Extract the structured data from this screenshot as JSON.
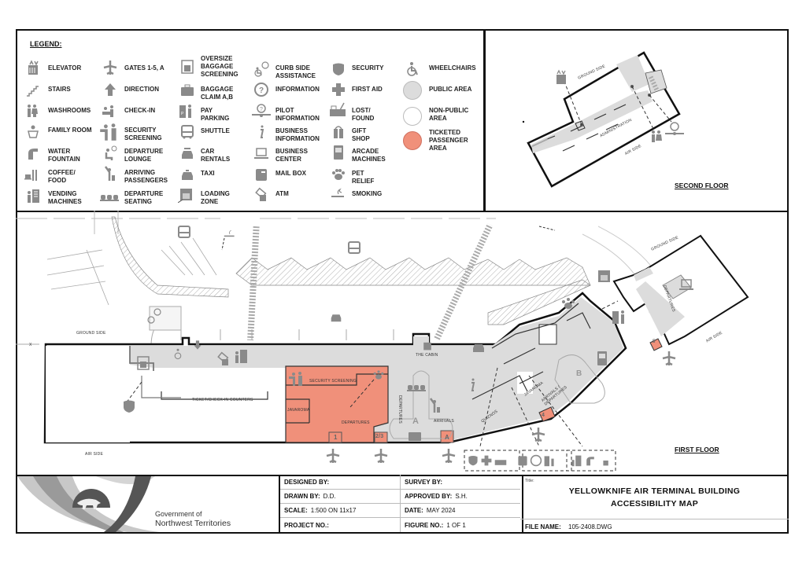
{
  "legend": {
    "title": "LEGEND:",
    "items": [
      {
        "icon": "elevator-icon",
        "label": "ELEVATOR"
      },
      {
        "icon": "stairs-icon",
        "label": "STAIRS"
      },
      {
        "icon": "washrooms-icon",
        "label": "WASHROOMS"
      },
      {
        "icon": "family-room-icon",
        "label": "FAMILY ROOM"
      },
      {
        "icon": "water-fountain-icon",
        "label": "WATER FOUNTAIN"
      },
      {
        "icon": "coffee-food-icon",
        "label": "COFFEE/ FOOD"
      },
      {
        "icon": "vending-machines-icon",
        "label": "VENDING MACHINES"
      },
      {
        "icon": "gates-plane-icon",
        "label": "GATES 1-5, A"
      },
      {
        "icon": "direction-arrow-icon",
        "label": "DIRECTION"
      },
      {
        "icon": "check-in-icon",
        "label": "CHECK-IN"
      },
      {
        "icon": "security-screening-icon",
        "label": "SECURITY SCREENING"
      },
      {
        "icon": "departure-lounge-icon",
        "label": "DEPARTURE LOUNGE"
      },
      {
        "icon": "arriving-passengers-icon",
        "label": "ARRIVING PASSENGERS"
      },
      {
        "icon": "departure-seating-icon",
        "label": "DEPARTURE SEATING"
      },
      {
        "icon": "oversize-baggage-icon",
        "label": "OVERSIZE BAGGAGE SCREENING"
      },
      {
        "icon": "baggage-claim-icon",
        "label": "BAGGAGE CLAIM A,B"
      },
      {
        "icon": "pay-parking-icon",
        "label": "PAY PARKING"
      },
      {
        "icon": "shuttle-icon",
        "label": "SHUTTLE"
      },
      {
        "icon": "car-rentals-icon",
        "label": "CAR RENTALS"
      },
      {
        "icon": "taxi-icon",
        "label": "TAXI"
      },
      {
        "icon": "loading-zone-icon",
        "label": "LOADING ZONE"
      },
      {
        "icon": "curb-side-assistance-icon",
        "label": "CURB SIDE ASSISTANCE"
      },
      {
        "icon": "information-icon",
        "label": "INFORMATION"
      },
      {
        "icon": "pilot-information-icon",
        "label": "PILOT INFORMATION"
      },
      {
        "icon": "business-information-icon",
        "label": "BUSINESS INFORMATION"
      },
      {
        "icon": "business-center-icon",
        "label": "BUSINESS CENTER"
      },
      {
        "icon": "mail-box-icon",
        "label": "MAIL BOX"
      },
      {
        "icon": "atm-icon",
        "label": "ATM"
      },
      {
        "icon": "security-shield-icon",
        "label": "SECURITY"
      },
      {
        "icon": "first-aid-icon",
        "label": "FIRST AID"
      },
      {
        "icon": "lost-found-icon",
        "label": "LOST/ FOUND"
      },
      {
        "icon": "gift-shop-icon",
        "label": "GIFT SHOP"
      },
      {
        "icon": "arcade-machines-icon",
        "label": "ARCADE MACHINES"
      },
      {
        "icon": "pet-relief-icon",
        "label": "PET RELIEF"
      },
      {
        "icon": "smoking-icon",
        "label": "SMOKING"
      },
      {
        "icon": "wheelchair-icon",
        "label": "WHEELCHAIRS"
      },
      {
        "icon": "public-area-swatch",
        "label": "PUBLIC AREA",
        "color": "#dcdcdc"
      },
      {
        "icon": "non-public-area-swatch",
        "label": "NON-PUBLIC AREA",
        "color": "#ffffff"
      },
      {
        "icon": "ticketed-area-swatch",
        "label": "TICKETED PASSENGER AREA",
        "color": "#f0907a"
      }
    ]
  },
  "second_floor": {
    "title": "SECOND FLOOR",
    "labels": {
      "ground_side": "GROUND SIDE",
      "air_side": "AIR SIDE",
      "administration": "ADMINISTRATION"
    }
  },
  "first_floor": {
    "title": "FIRST FLOOR",
    "labels": {
      "ground_side": "GROUND SIDE",
      "ground_side_right": "GROUND SIDE",
      "air_side": "AIR SIDE",
      "air_side_right": "AIR SIDE",
      "ticket_counters": "TICKET/CHECK-IN COUNTERS",
      "security_screening": "SECURITY SCREENING",
      "javaroma": "JAVAROMA",
      "javaroma_right": "JAVAROMA",
      "departures": "DEPARTURES",
      "departures_vertical": "DEPARTURES",
      "departures_right": "DEPARTURES",
      "the_cabin": "THE CABIN",
      "arrivals": "ARRIVALS",
      "arrivals_departures": "ARRIVALS / DEPARTURES",
      "quiznos": "QUIZNOS",
      "gate_1": "1",
      "gate_23": "2/3",
      "gate_a": "A",
      "gate_4": "4",
      "gate_5": "5",
      "claim_a": "A",
      "claim_b": "B",
      "x_marker": "X"
    }
  },
  "title_block": {
    "org_line1": "Government of",
    "org_line2": "Northwest Territories",
    "designed_by_label": "DESIGNED BY:",
    "designed_by": "",
    "drawn_by_label": "DRAWN BY:",
    "drawn_by": "D.D.",
    "scale_label": "SCALE:",
    "scale": "1:500 ON 11x17",
    "project_no_label": "PROJECT NO.:",
    "project_no": "",
    "survey_by_label": "SURVEY BY:",
    "survey_by": "",
    "approved_by_label": "APPROVED BY:",
    "approved_by": "S.H.",
    "date_label": "DATE:",
    "date": "MAY 2024",
    "figure_no_label": "FIGURE NO.:",
    "figure_no": "1 OF 1",
    "title_label": "Title:",
    "title_line1": "YELLOWKNIFE AIR TERMINAL BUILDING",
    "title_line2": "ACCESSIBILITY MAP",
    "file_name_label": "FILE NAME:",
    "file_name": "105-2408.DWG"
  },
  "colors": {
    "public": "#dcdcdc",
    "ticketed": "#f0907a",
    "icon": "#8a8a8a",
    "wall": "#111111"
  }
}
